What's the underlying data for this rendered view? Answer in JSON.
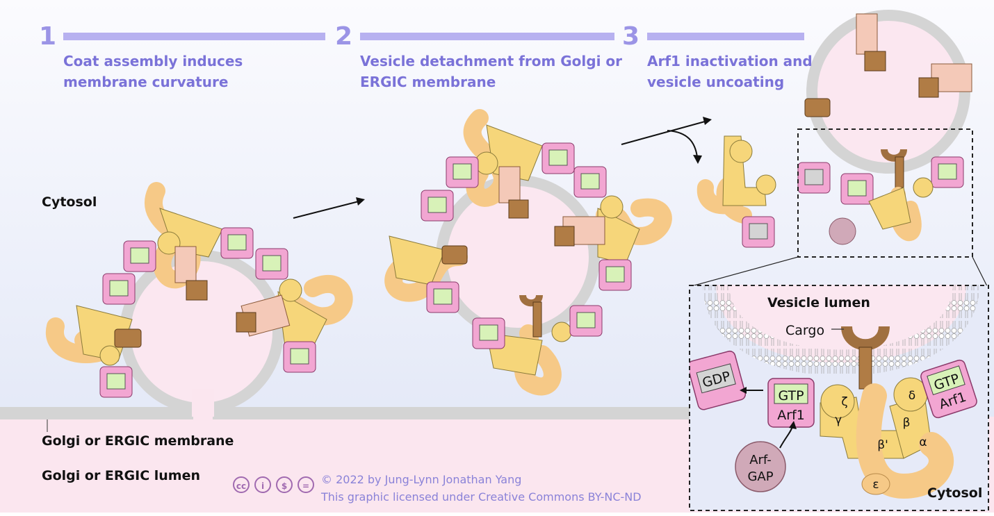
{
  "steps": [
    {
      "number": "1",
      "text": "Coat assembly induces membrane curvature"
    },
    {
      "number": "2",
      "text": "Vesicle detachment from Golgi or ERGIC membrane"
    },
    {
      "number": "3",
      "text": "Arf1 inactivation and vesicle uncoating"
    }
  ],
  "labels": {
    "cytosol": "Cytosol",
    "membrane": "Golgi or ERGIC membrane",
    "lumen": "Golgi or ERGIC lumen",
    "vesicle_lumen": "Vesicle lumen",
    "cargo": "Cargo",
    "cytosol_inset": "Cytosol",
    "gdp": "GDP",
    "gtp_left": "GTP",
    "arf1_left": "Arf1",
    "gtp_right": "GTP",
    "arf1_right": "Arf1",
    "arf_gap_line1": "Arf-",
    "arf_gap_line2": "GAP",
    "sub_zeta": "ζ",
    "sub_gamma": "γ",
    "sub_delta": "δ",
    "sub_beta": "β",
    "sub_beta_prime": "β'",
    "sub_alpha": "α",
    "sub_epsilon": "ε"
  },
  "credit": {
    "line1": "© 2022 by Jung-Lynn Jonathan Yang",
    "line2": "This graphic licensed under Creative Commons BY-NC-ND",
    "icons": [
      "cc-icon",
      "by-icon",
      "nc-icon",
      "nd-icon"
    ],
    "icon_glyphs": [
      "cc",
      "i",
      "$",
      "="
    ]
  },
  "colors": {
    "accent": "#9b94e6",
    "membrane": "#d4d4d4",
    "arf1": "#f2a6d2",
    "gtp": "#d8f2b8",
    "coatomer": "#f6d67a",
    "appendage": "#f6c987",
    "cargo": "#b07c45",
    "lumen": "#fbe7f0",
    "cytosol": "#e8ecfa"
  }
}
